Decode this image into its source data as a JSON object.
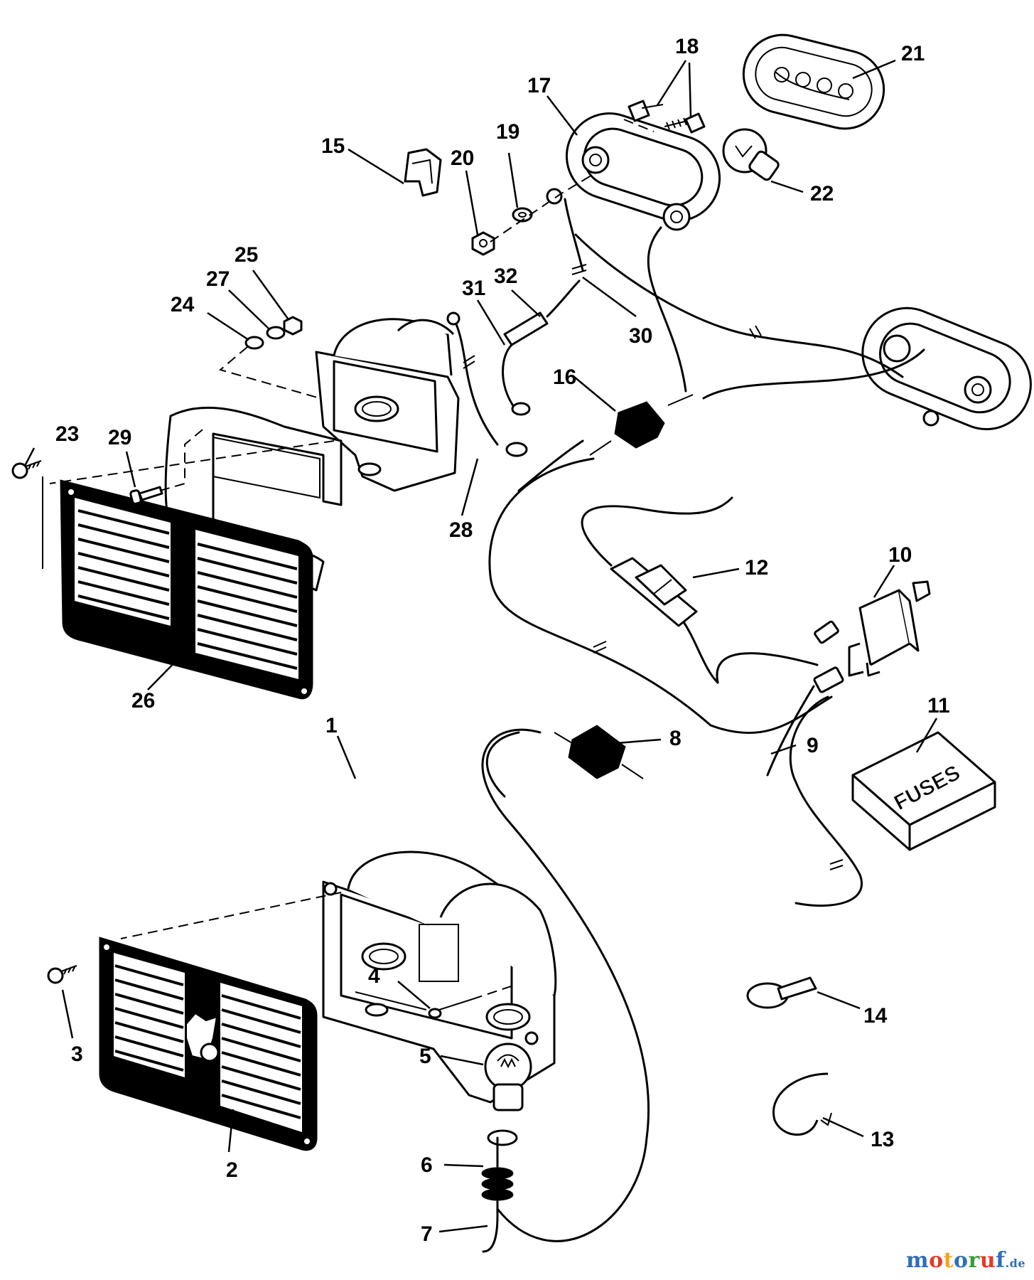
{
  "callouts": [
    {
      "label": "1"
    },
    {
      "label": "2"
    },
    {
      "label": "3"
    },
    {
      "label": "4"
    },
    {
      "label": "5"
    },
    {
      "label": "6"
    },
    {
      "label": "7"
    },
    {
      "label": "8"
    },
    {
      "label": "9"
    },
    {
      "label": "10"
    },
    {
      "label": "11"
    },
    {
      "label": "12"
    },
    {
      "label": "13"
    },
    {
      "label": "14"
    },
    {
      "label": "15"
    },
    {
      "label": "16"
    },
    {
      "label": "17"
    },
    {
      "label": "18"
    },
    {
      "label": "19"
    },
    {
      "label": "20"
    },
    {
      "label": "21"
    },
    {
      "label": "22"
    },
    {
      "label": "23"
    },
    {
      "label": "24"
    },
    {
      "label": "25"
    },
    {
      "label": "26"
    },
    {
      "label": "27"
    },
    {
      "label": "28"
    },
    {
      "label": "29"
    },
    {
      "label": "30"
    },
    {
      "label": "31"
    },
    {
      "label": "32"
    }
  ],
  "fuses_box_label": "FUSES",
  "watermark": {
    "letters": [
      "m",
      "o",
      "t",
      "o",
      "r",
      "u",
      "f"
    ],
    "suffix": ".de",
    "colors": [
      "#2e6fb7",
      "#e23b2a",
      "#f2a51f",
      "#2e6fb7",
      "#3a9a3a",
      "#e23b2a",
      "#2e6fb7"
    ]
  }
}
